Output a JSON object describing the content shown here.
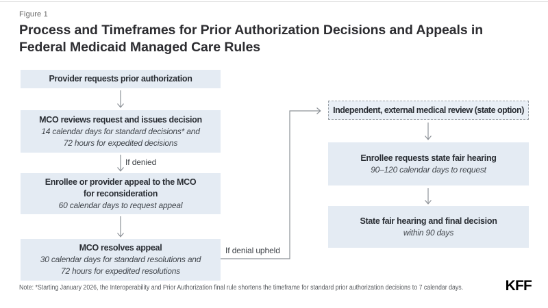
{
  "figure_label": "Figure 1",
  "title_lines": [
    "Process and Timeframes for Prior Authorization Decisions and Appeals in",
    "Federal Medicaid Managed Care Rules"
  ],
  "flow": {
    "left": {
      "box1": {
        "heading": "Provider requests prior authorization"
      },
      "box2": {
        "heading": "MCO reviews request and issues decision",
        "detail_lines": [
          "14 calendar days for standard decisions* and",
          "72 hours for expedited decisions"
        ]
      },
      "if_denied_label": "If denied",
      "box3": {
        "heading_lines": [
          "Enrollee or provider appeal to the MCO",
          "for reconsideration"
        ],
        "detail_lines": [
          "60 calendar days to request appeal"
        ]
      },
      "box4": {
        "heading": "MCO resolves appeal",
        "detail_lines": [
          "30 calendar days for standard resolutions and",
          "72 hours for expedited resolutions"
        ]
      }
    },
    "connector_label": "If denial upheld",
    "right": {
      "box1": {
        "heading": "Independent, external medical review (state option)"
      },
      "box2": {
        "heading": "Enrollee requests state fair hearing",
        "detail_lines": [
          "90–120 calendar days to request"
        ]
      },
      "box3": {
        "heading": "State fair hearing and final decision",
        "detail_lines": [
          "within 90 days"
        ]
      }
    }
  },
  "note": "Note: *Starting January 2026, the Interoperability and Prior Authorization final rule shortens the timeframe for standard prior authorization decisions to 7 calendar days.",
  "logo_text": "KFF",
  "colors": {
    "box_fill": "#e4ebf3",
    "dashed_box_fill": "#e9eff6",
    "dashed_border": "#9aa0a6",
    "arrow": "#8d9298",
    "title_text": "#2d2d31",
    "box_heading_text": "#2a2e34",
    "detail_text": "#41464c",
    "note_text": "#55585c",
    "logo_text_color": "#000000"
  }
}
